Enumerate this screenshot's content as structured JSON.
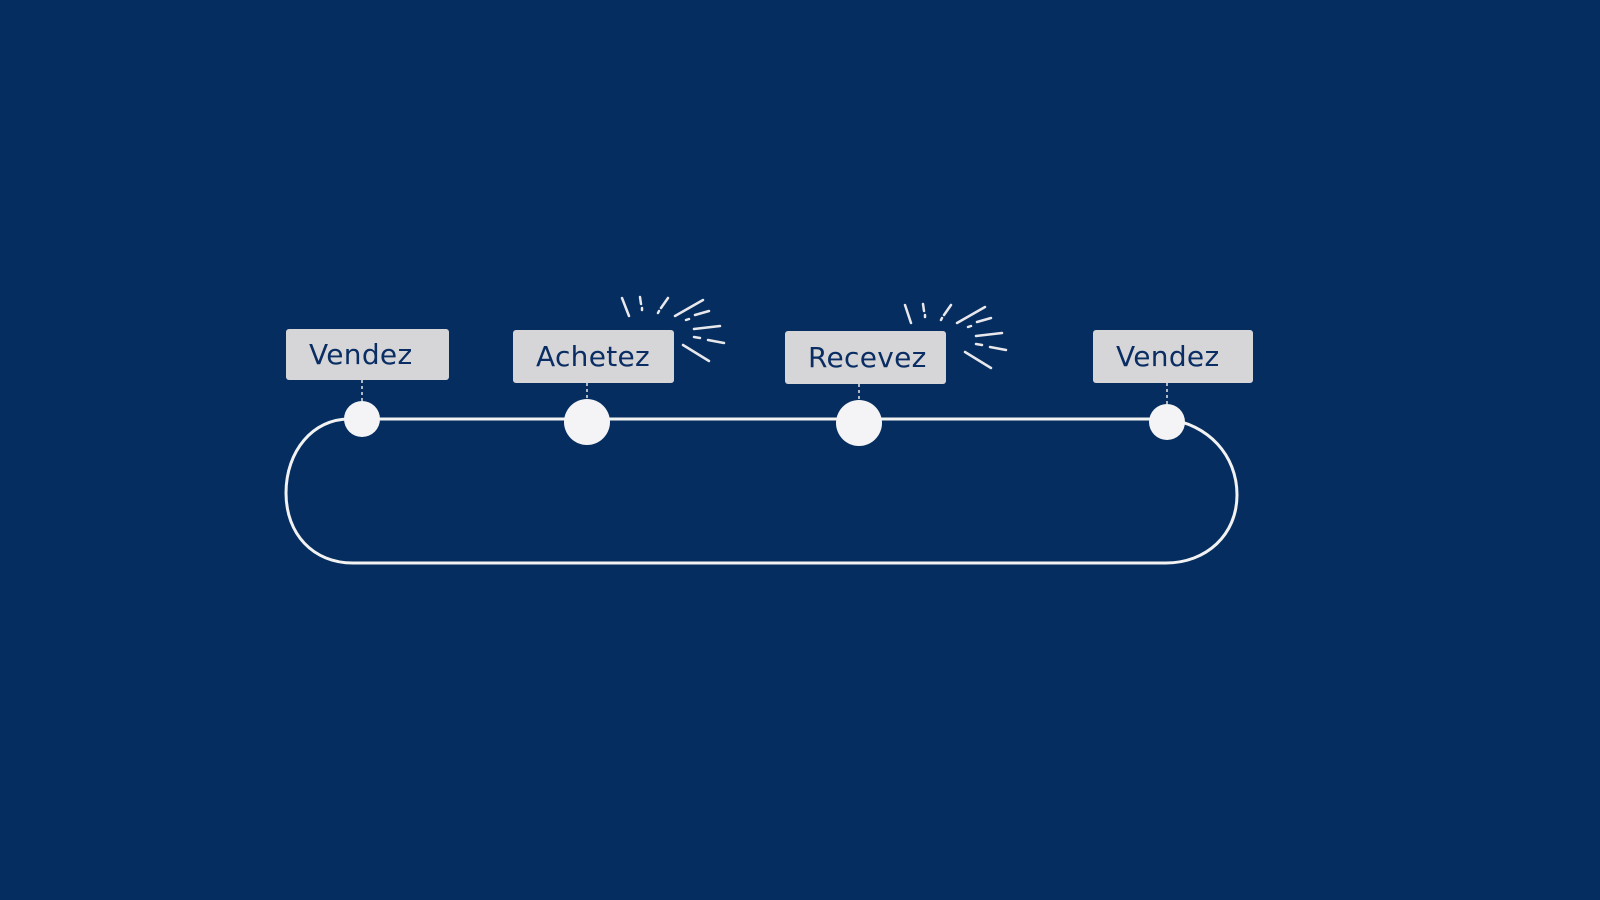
{
  "colors": {
    "background": "#052d5f",
    "line": "#f2f2f2",
    "label_fill": "#d6d6d8",
    "label_text": "#0a2e63"
  },
  "steps": [
    {
      "label": "Vendez",
      "highlight": false
    },
    {
      "label": "Achetez",
      "highlight": true
    },
    {
      "label": "Recevez",
      "highlight": true
    },
    {
      "label": "Vendez",
      "highlight": false
    }
  ],
  "icons": {
    "sparkle": "sparkle-burst-icon"
  }
}
